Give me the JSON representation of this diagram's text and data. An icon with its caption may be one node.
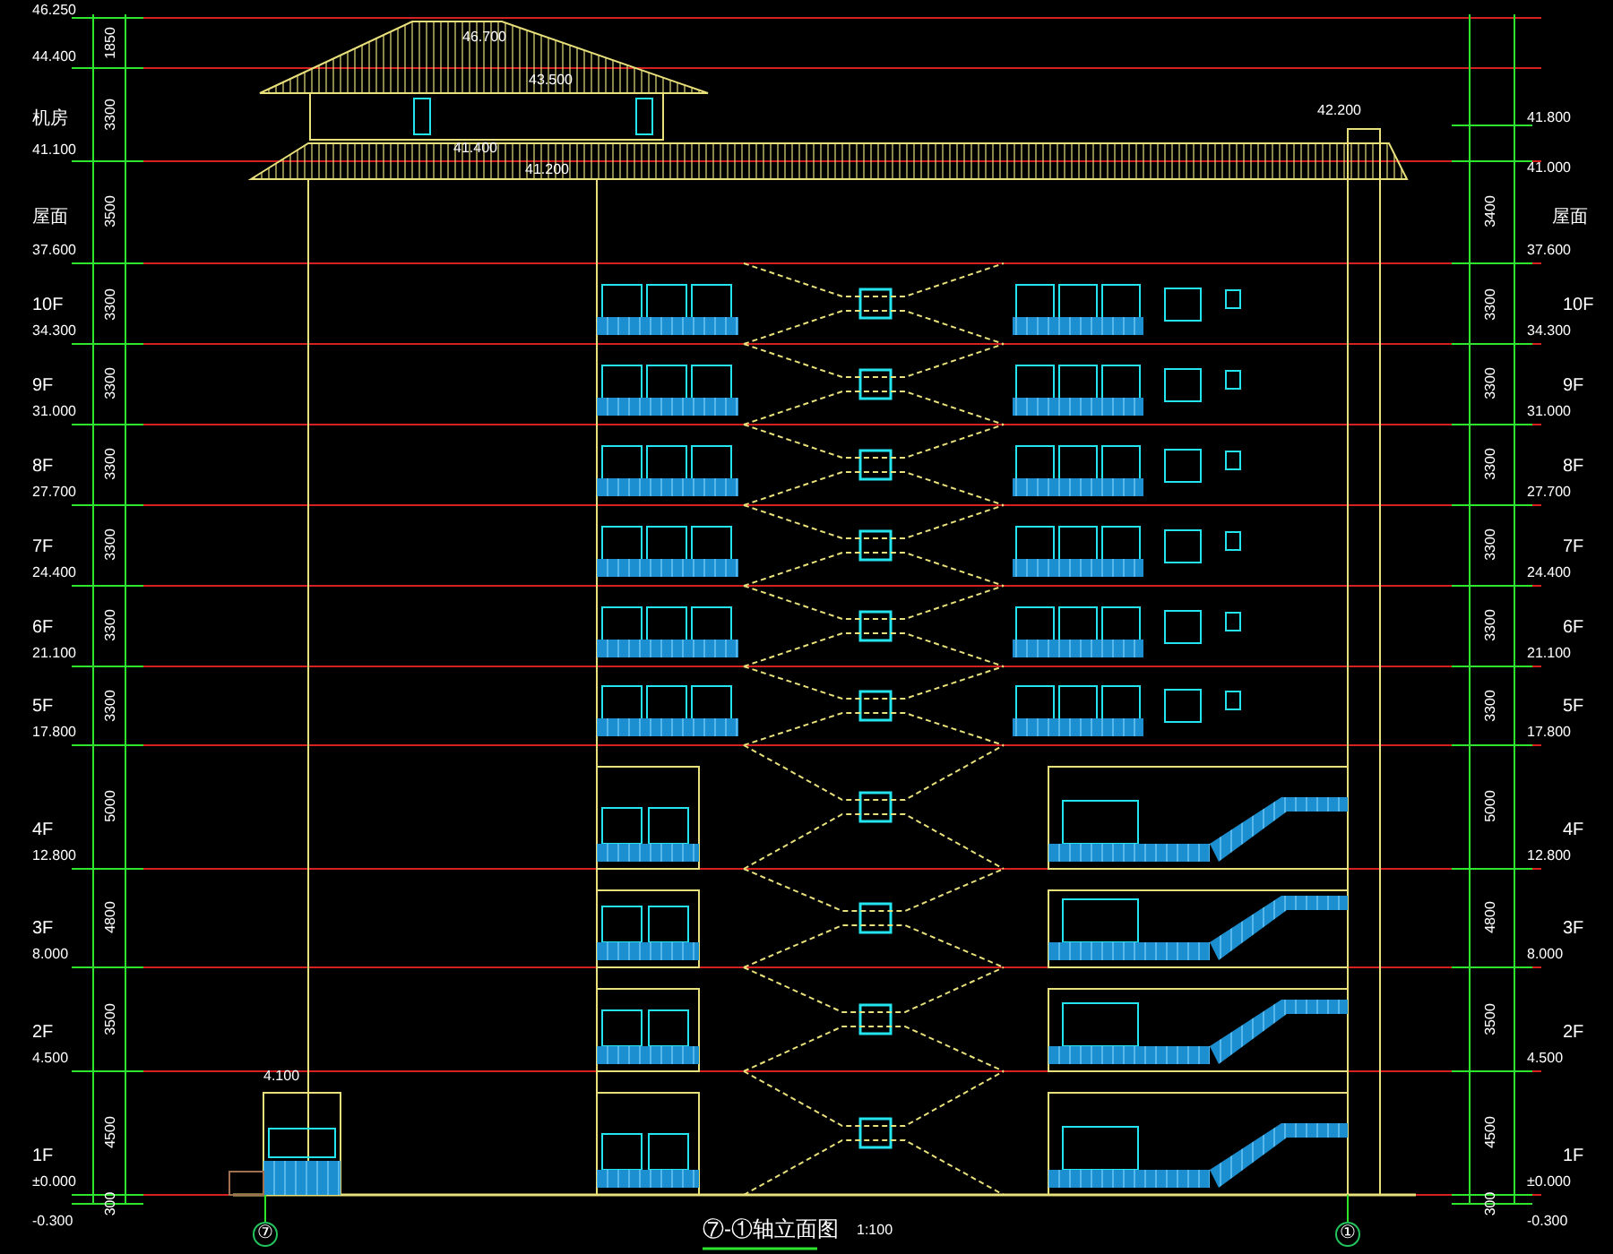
{
  "diagram": {
    "title": "⑦-①轴立面图",
    "labels": [
      "46.250",
      "44.400",
      "机房",
      "41.100",
      "屋面",
      "37.600",
      "10F",
      "34.300",
      "9F",
      "31.000",
      "8F",
      "27.700",
      "7F",
      "24.400",
      "6F",
      "21.100",
      "5F",
      "17.800",
      "4F",
      "12.800",
      "3F",
      "8.000",
      "2F",
      "4.500",
      "1F",
      "±0.000",
      "-0.300",
      "300",
      "4500",
      "3500",
      "4800",
      "5000",
      "3300",
      "3300",
      "3300",
      "3300",
      "3300",
      "3300",
      "3500",
      "3300",
      "1850",
      "42.200",
      "41.800",
      "41.000",
      "屋面",
      "37.600",
      "10F",
      "34.300",
      "9F",
      "31.000",
      "8F",
      "27.700",
      "7F",
      "24.400",
      "6F",
      "21.100",
      "5F",
      "17.800",
      "4F",
      "12.800",
      "3F",
      "8.000",
      "2F",
      "4.500",
      "1F",
      "±0.000",
      "-0.300",
      "300",
      "4500",
      "3500",
      "4800",
      "5000",
      "3300",
      "3300",
      "3300",
      "3300",
      "3300",
      "3300",
      "3400",
      "46.700",
      "43.500",
      "41.400",
      "41.200",
      "4.100",
      "⑦",
      "①",
      "1:100"
    ]
  }
}
